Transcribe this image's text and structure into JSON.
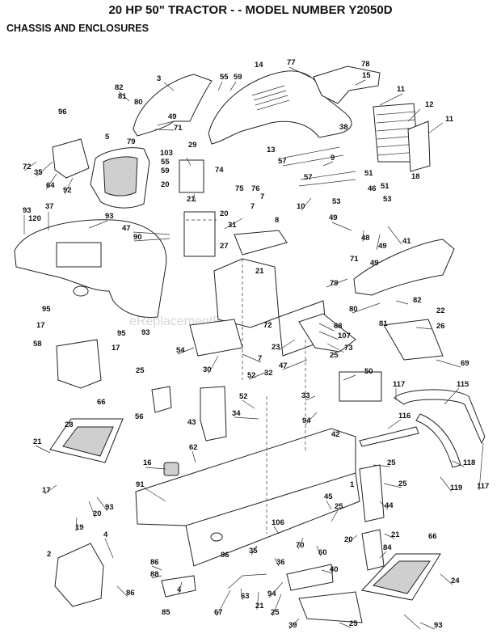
{
  "header": {
    "title": "20 HP 50\" TRACTOR - - MODEL NUMBER Y2050D",
    "subtitle": "CHASSIS AND ENCLOSURES"
  },
  "watermark": "eReplacementParts.com",
  "callouts": [
    "1",
    "2",
    "3",
    "4",
    "5",
    "7",
    "8",
    "9",
    "10",
    "11",
    "12",
    "13",
    "14",
    "15",
    "16",
    "17",
    "18",
    "19",
    "20",
    "21",
    "22",
    "23",
    "24",
    "25",
    "26",
    "27",
    "28",
    "29",
    "30",
    "31",
    "32",
    "33",
    "34",
    "35",
    "36",
    "37",
    "38",
    "39",
    "40",
    "41",
    "42",
    "43",
    "44",
    "45",
    "46",
    "47",
    "48",
    "49",
    "50",
    "51",
    "52",
    "53",
    "54",
    "55",
    "56",
    "57",
    "58",
    "59",
    "60",
    "62",
    "63",
    "64",
    "66",
    "67",
    "68",
    "69",
    "70",
    "71",
    "72",
    "73",
    "74",
    "75",
    "76",
    "77",
    "78",
    "79",
    "80",
    "81",
    "82",
    "84",
    "85",
    "86",
    "88",
    "90",
    "91",
    "92",
    "93",
    "94",
    "95",
    "96",
    "103",
    "106",
    "107",
    "115",
    "116",
    "117",
    "118",
    "119",
    "120"
  ]
}
